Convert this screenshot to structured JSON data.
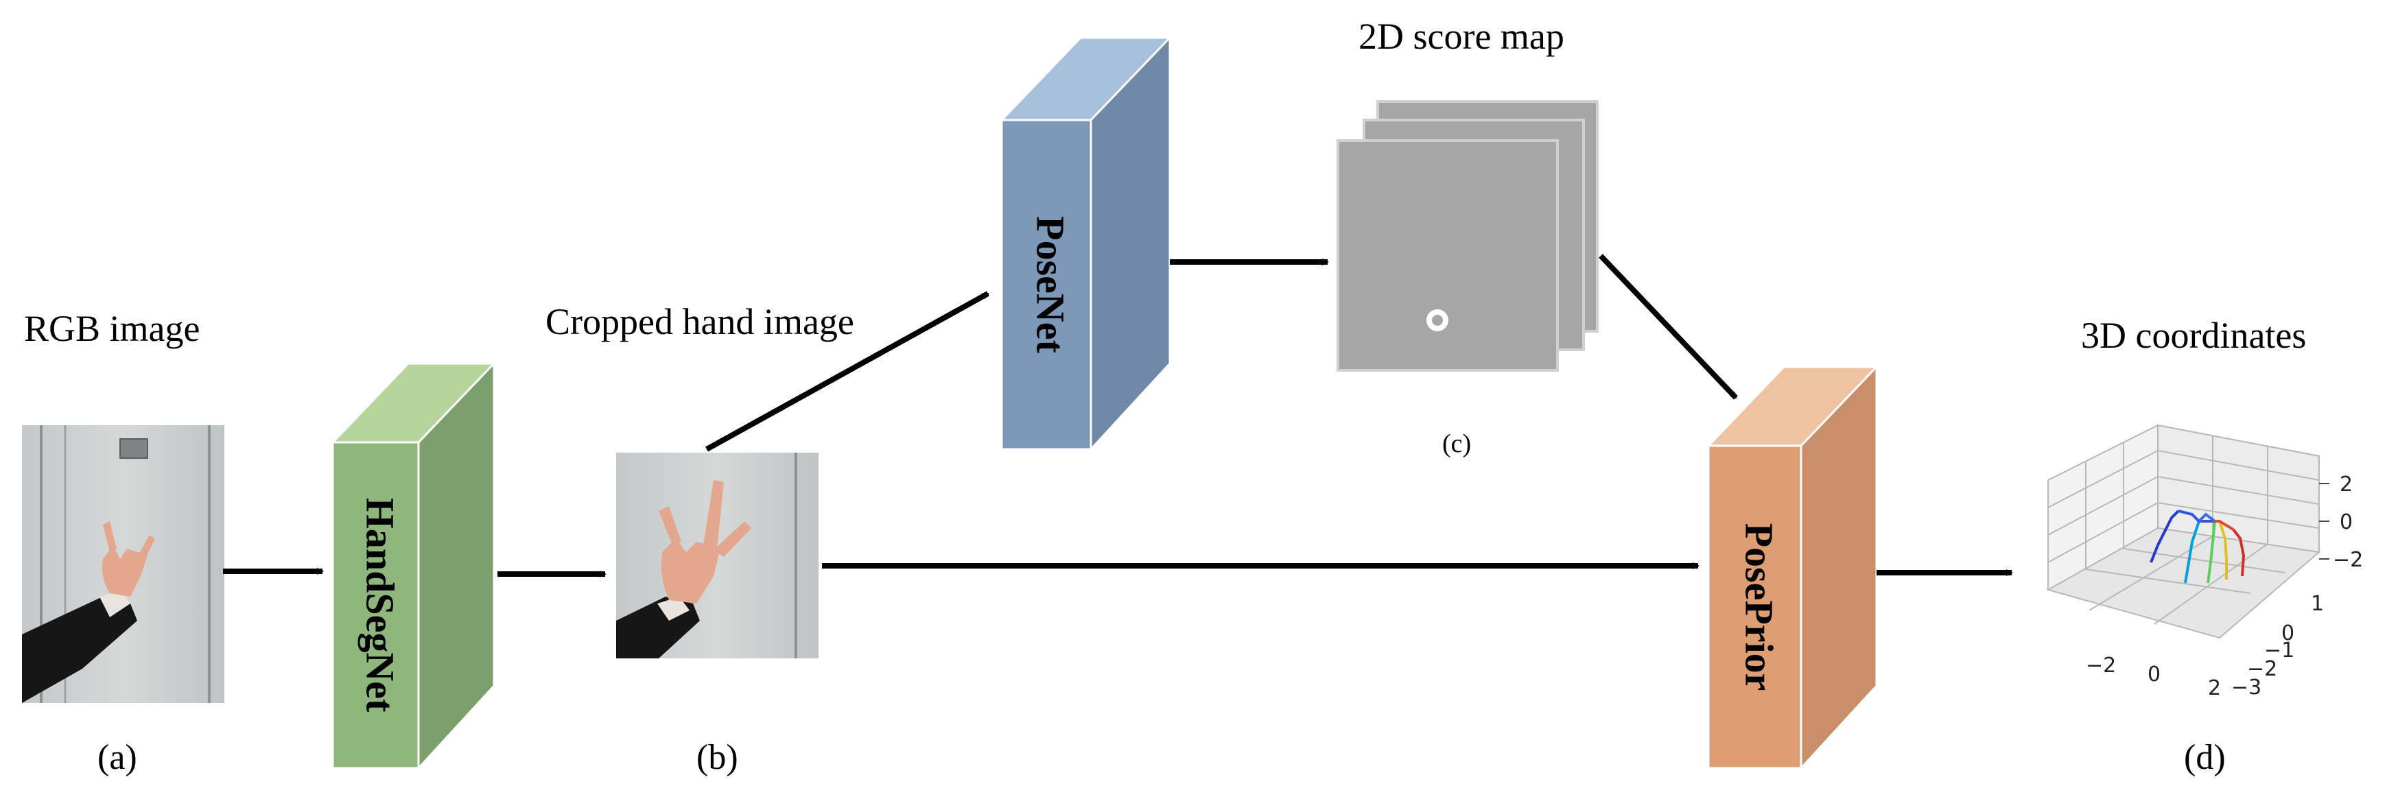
{
  "labels": {
    "rgb_image": "RGB image",
    "cropped_hand_image": "Cropped hand image",
    "score_map": "2D score map",
    "coords_3d": "3D coordinates",
    "a": "(a)",
    "b": "(b)",
    "c": "(c)",
    "d": "(d)"
  },
  "blocks": {
    "handsegnet": "HandSegNet",
    "posenet": "PoseNet",
    "poseprior": "PosePrior"
  },
  "plot_ticks": {
    "z": [
      "2",
      "0",
      "−2"
    ],
    "x": [
      "−2",
      "0",
      "2"
    ],
    "y": [
      "1",
      "0",
      "−1",
      "−2",
      "−3"
    ]
  },
  "colors": {
    "handsegnet_front": "#8fb67c",
    "handsegnet_top": "#b5d59d",
    "handsegnet_side": "#7d9f6b",
    "posenet_front": "#7e98b8",
    "posenet_top": "#a7c0db",
    "posenet_side": "#7089a6",
    "poseprior_front": "#dd9e74",
    "poseprior_top": "#efc3a2",
    "poseprior_side": "#c88f6a",
    "score_map_fill": "#a6a6a6",
    "score_map_border": "#cfcfcf"
  }
}
